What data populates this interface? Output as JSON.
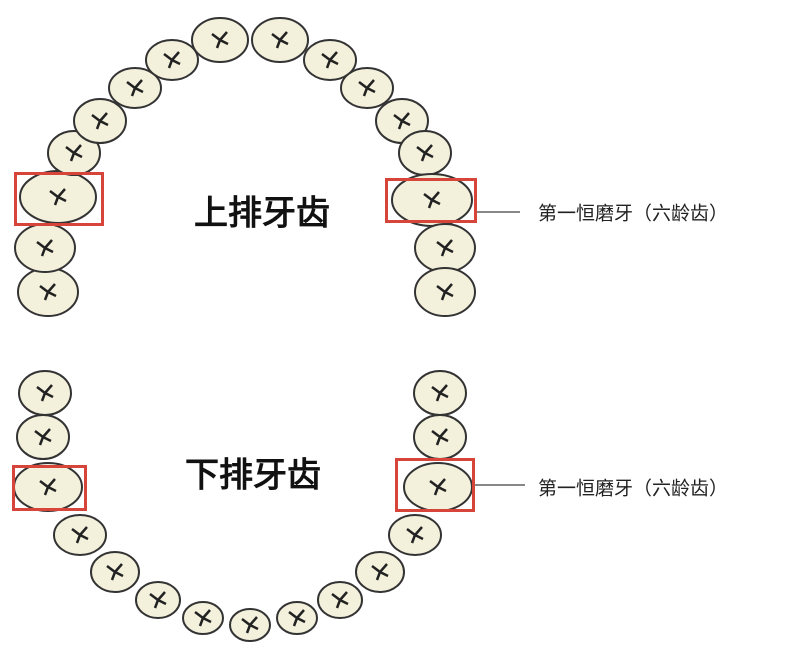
{
  "upper_arch": {
    "label": "上排牙齿",
    "callout": "第一恒磨牙（六龄齿）"
  },
  "lower_arch": {
    "label": "下排牙齿",
    "callout": "第一恒磨牙（六龄齿）"
  },
  "colors": {
    "tooth_fill": "#f3f1dc",
    "tooth_stroke": "#333333",
    "highlight": "#d6443a",
    "leader": "#888888"
  }
}
